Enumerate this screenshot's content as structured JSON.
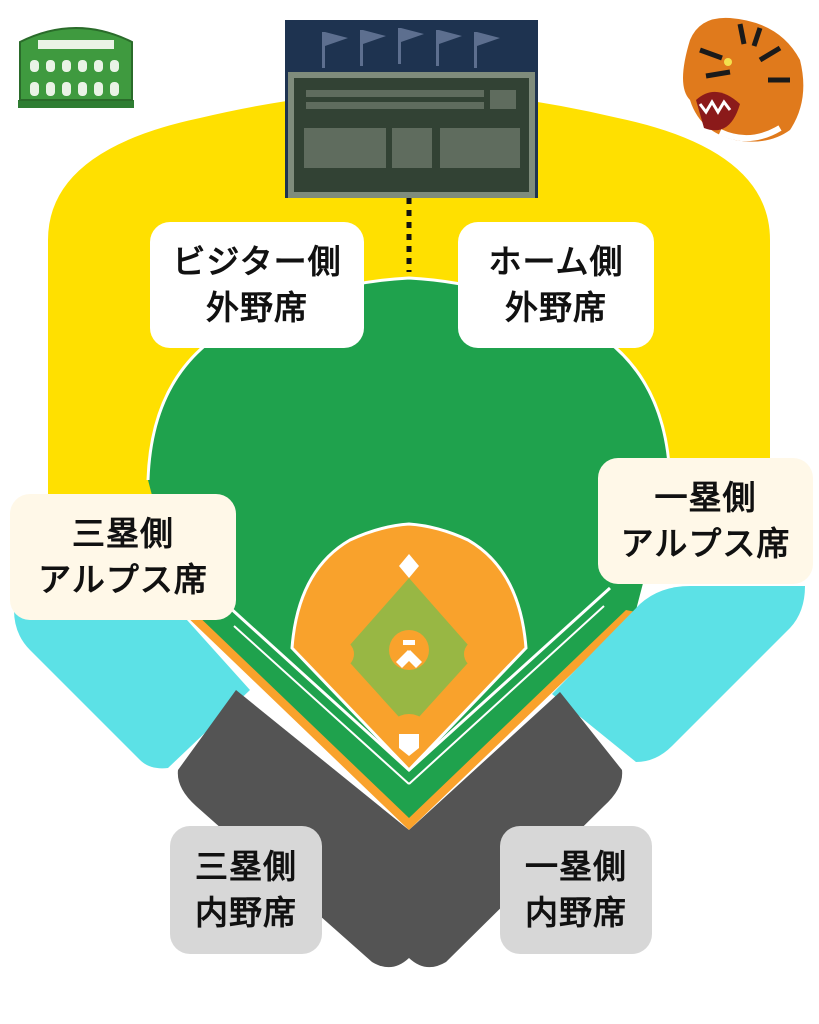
{
  "colors": {
    "outfield_stands": "#ffe000",
    "alps_stands": "#5ce1e6",
    "infield_stands": "#545454",
    "grass": "#1fa24d",
    "dirt": "#f9a22c",
    "infield_grass": "#98b744",
    "scoreboard": "#324234",
    "night_sky": "#1e3350",
    "label_white": "#ffffff",
    "label_cream": "#fff8e8",
    "label_gray": "#d7d7d7"
  },
  "icons": {
    "stadium": "koshien-stadium-icon",
    "scoreboard": "scoreboard-icon",
    "tiger": "tiger-icon"
  },
  "sections": {
    "visitor_outfield": {
      "line1": "ビジター側",
      "line2": "外野席"
    },
    "home_outfield": {
      "line1": "ホーム側",
      "line2": "外野席"
    },
    "third_alps": {
      "line1": "三塁側",
      "line2": "アルプス席"
    },
    "first_alps": {
      "line1": "一塁側",
      "line2": "アルプス席"
    },
    "third_infield": {
      "line1": "三塁側",
      "line2": "内野席"
    },
    "first_infield": {
      "line1": "一塁側",
      "line2": "内野席"
    }
  }
}
